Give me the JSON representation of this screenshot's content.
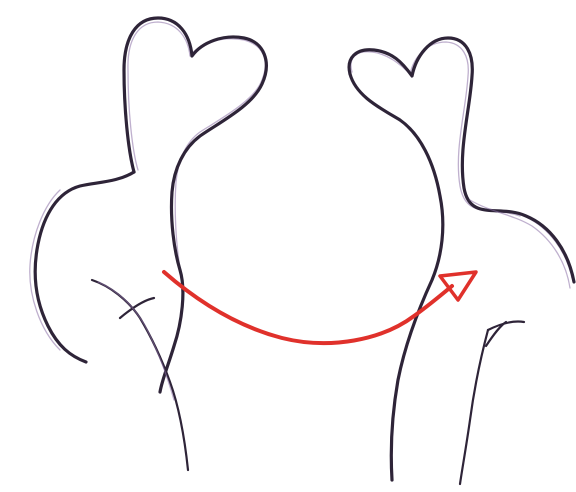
{
  "figure": {
    "left_shape_icon": "twisted-torso-sketch-before",
    "right_shape_icon": "twisted-torso-sketch-after",
    "transition_icon": "curved-arrow-right"
  },
  "colors": {
    "background": "#ffffff",
    "line_dark": "#2e2438",
    "line_hatch": "#8b6fa6",
    "arrow": "#e0312b"
  }
}
